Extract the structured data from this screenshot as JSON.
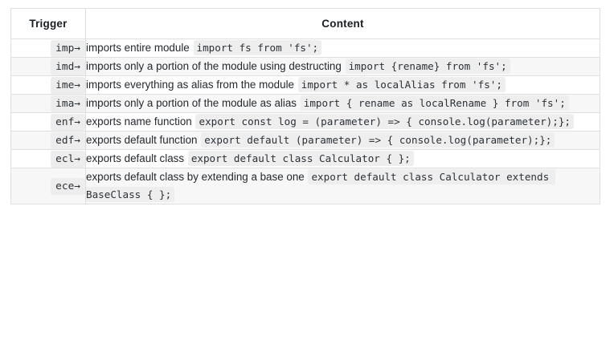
{
  "table": {
    "headers": {
      "trigger": "Trigger",
      "content": "Content"
    },
    "colors": {
      "border": "#dfdfdf",
      "stripe": "#f7f7f7",
      "code_background": "#eeeeee",
      "text": "#24292e"
    },
    "rows": [
      {
        "trigger": "imp→",
        "prose": "imports entire module",
        "code": "import fs from 'fs';"
      },
      {
        "trigger": "imd→",
        "prose": "imports only a portion of the module using destructing",
        "code": "import {rename} from 'fs';"
      },
      {
        "trigger": "ime→",
        "prose": "imports everything as alias from the module",
        "code": "import * as localAlias from 'fs';"
      },
      {
        "trigger": "ima→",
        "prose": "imports only a portion of the module as alias",
        "code": "import { rename as localRename } from 'fs';"
      },
      {
        "trigger": "enf→",
        "prose": "exports name function",
        "code": "export const log = (parameter) => { console.log(parameter);};"
      },
      {
        "trigger": "edf→",
        "prose": "exports default function",
        "code": "export default (parameter) => { console.log(parameter);};"
      },
      {
        "trigger": "ecl→",
        "prose": "exports default class",
        "code": "export default class Calculator { };"
      },
      {
        "trigger": "ece→",
        "prose": "exports default class by extending a base one",
        "code": "export default class Calculator extends BaseClass { };"
      }
    ]
  }
}
